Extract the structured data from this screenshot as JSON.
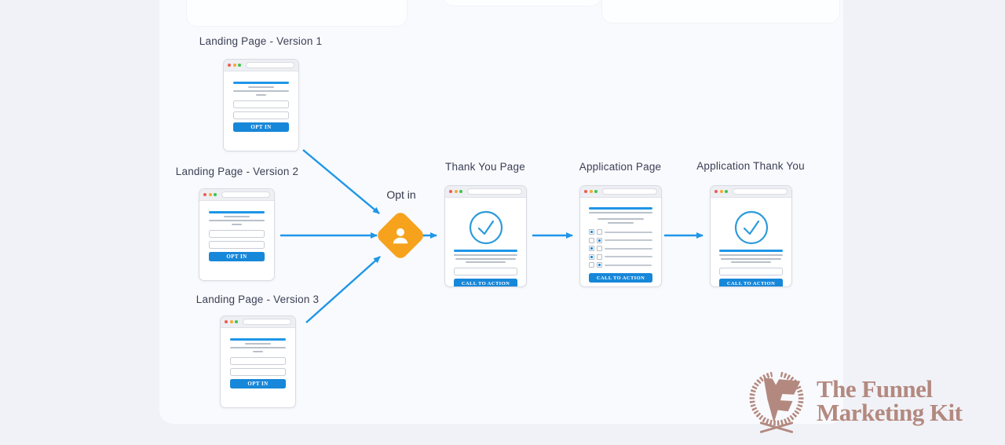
{
  "colors": {
    "accent_blue": "#1e96e8",
    "button_blue": "#1787d9",
    "optin_orange": "#f6a21d",
    "logo_rose": "#b3897f",
    "canvas_bg": "#f9fafd",
    "page_bg": "#f1f2f7"
  },
  "nodes": {
    "landing_v1": {
      "title": "Landing Page - Version 1",
      "button": "OPT IN"
    },
    "landing_v2": {
      "title": "Landing Page - Version 2",
      "button": "OPT IN"
    },
    "landing_v3": {
      "title": "Landing Page - Version 3",
      "button": "OPT IN"
    },
    "opt_in": {
      "label": "Opt in"
    },
    "thank_you": {
      "title": "Thank You Page",
      "button": "CALL TO ACTION"
    },
    "application": {
      "title": "Application Page",
      "button": "CALL TO ACTION"
    },
    "application_thank_you": {
      "title": "Application Thank You",
      "button": "CALL TO ACTION"
    }
  },
  "diagram": {
    "type": "funnel-flow",
    "edges": [
      {
        "from": "landing-page-v1",
        "to": "opt-in"
      },
      {
        "from": "landing-page-v2",
        "to": "opt-in"
      },
      {
        "from": "landing-page-v3",
        "to": "opt-in"
      },
      {
        "from": "opt-in",
        "to": "thank-you-page"
      },
      {
        "from": "thank-you-page",
        "to": "application-page"
      },
      {
        "from": "application-page",
        "to": "application-thank-you"
      }
    ]
  },
  "logo": {
    "line1": "The Funnel",
    "line2": "Marketing Kit"
  }
}
